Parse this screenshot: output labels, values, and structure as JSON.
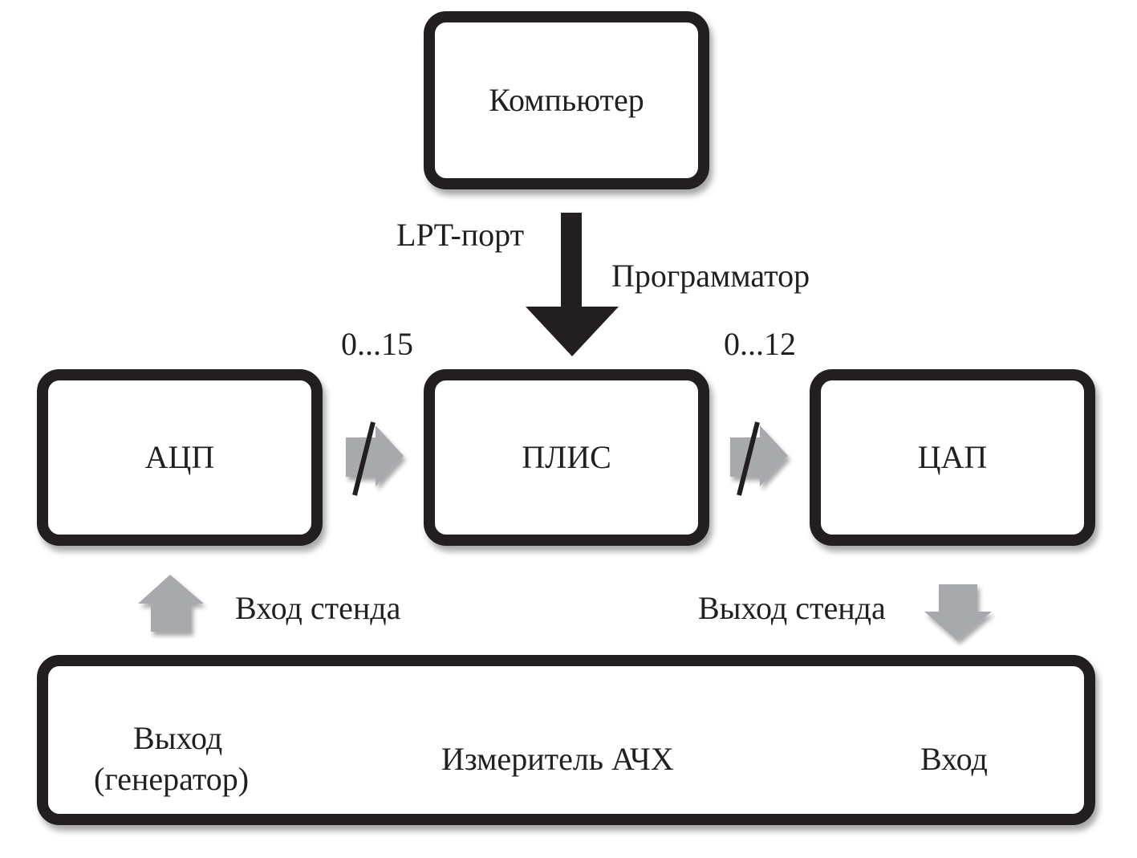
{
  "nodes": {
    "computer": "Компьютер",
    "adc": "АЦП",
    "fpga": "ПЛИС",
    "dac": "ЦАП",
    "meter": {
      "title": "Измеритель АЧХ",
      "output_line1": "Выход",
      "output_line2": "(генератор)",
      "input": "Вход"
    }
  },
  "edges": {
    "lpt_port": "LPT-порт",
    "programmer": "Программатор",
    "adc_bus": "0...15",
    "dac_bus": "0...12",
    "stand_input": "Вход стенда",
    "stand_output": "Выход стенда"
  },
  "colors": {
    "stroke": "#231f20",
    "gray_arrow": "#a7a9ac"
  }
}
